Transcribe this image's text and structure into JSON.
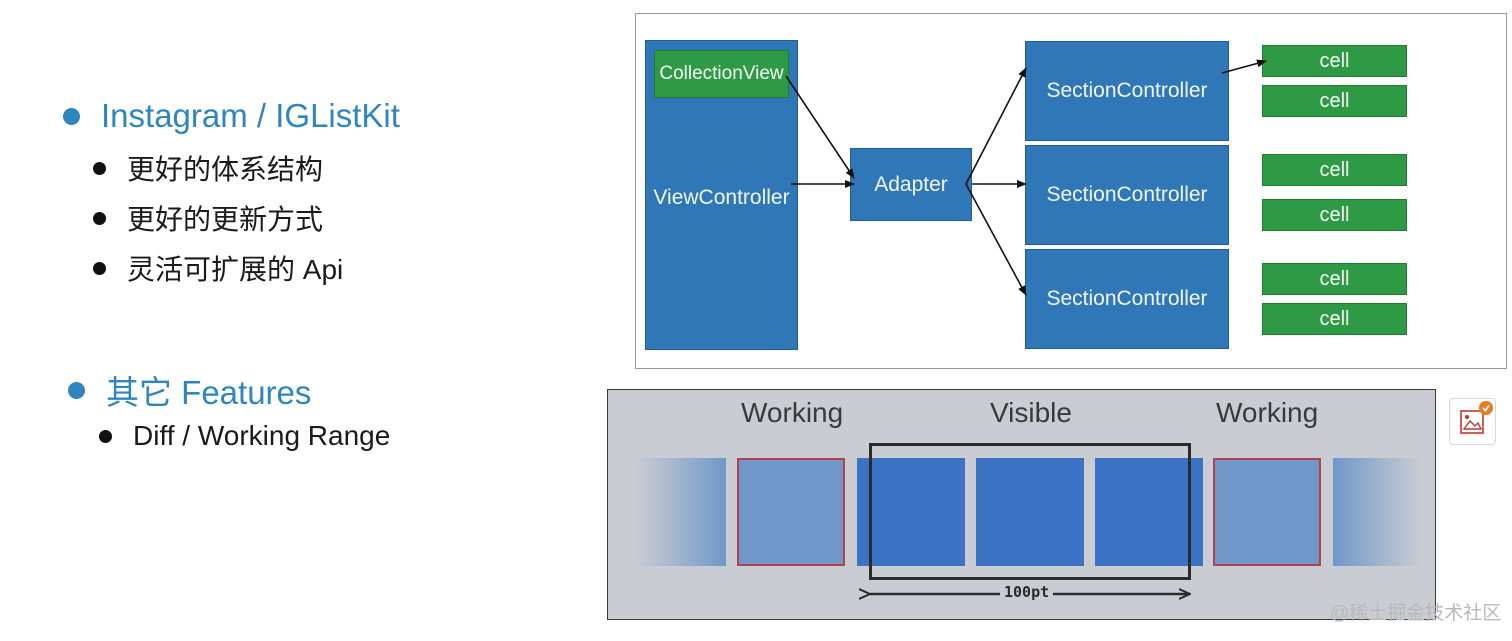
{
  "bullets": {
    "main1": "Instagram / IGListKit",
    "sub1": "更好的体系结构",
    "sub2": "更好的更新方式",
    "sub3": "灵活可扩展的 Api",
    "main2": "其它 Features",
    "sub4": "Diff / Working Range"
  },
  "architecture": {
    "collection_view": "CollectionView",
    "view_controller": "ViewController",
    "adapter": "Adapter",
    "section_controllers": [
      "SectionController",
      "SectionController",
      "SectionController"
    ],
    "cells": [
      "cell",
      "cell",
      "cell",
      "cell",
      "cell",
      "cell"
    ],
    "colors": {
      "blue": "#2f77b6",
      "green": "#2e9a45"
    }
  },
  "working_range": {
    "label_left": "Working",
    "label_center": "Visible",
    "label_right": "Working",
    "range": "100pt",
    "colors": {
      "visible": "#3c72c4",
      "working": "#6f98c8",
      "working_border": "#b5404e"
    }
  },
  "side_icon": "image-edit-icon",
  "watermark": "@稀土掘金技术社区"
}
